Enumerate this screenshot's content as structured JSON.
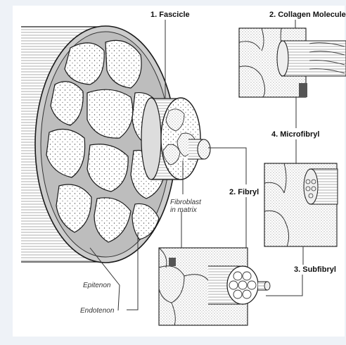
{
  "labels": {
    "fascicle": "1. Fascicle",
    "collagen": "2. Collagen Molecule",
    "microfibryl": "4. Microfibryl",
    "fibryl": "2. Fibryl",
    "subfibryl": "3. Subfibryl",
    "fibroblast_line1": "Fibroblast",
    "fibroblast_line2": "in matrix",
    "epitenon": "Epitenon",
    "endotenon": "Endotenon"
  },
  "colors": {
    "ink": "#1a1a1a",
    "stipple": "#555555",
    "background": "#ffffff",
    "frame": "#eef2f7"
  }
}
